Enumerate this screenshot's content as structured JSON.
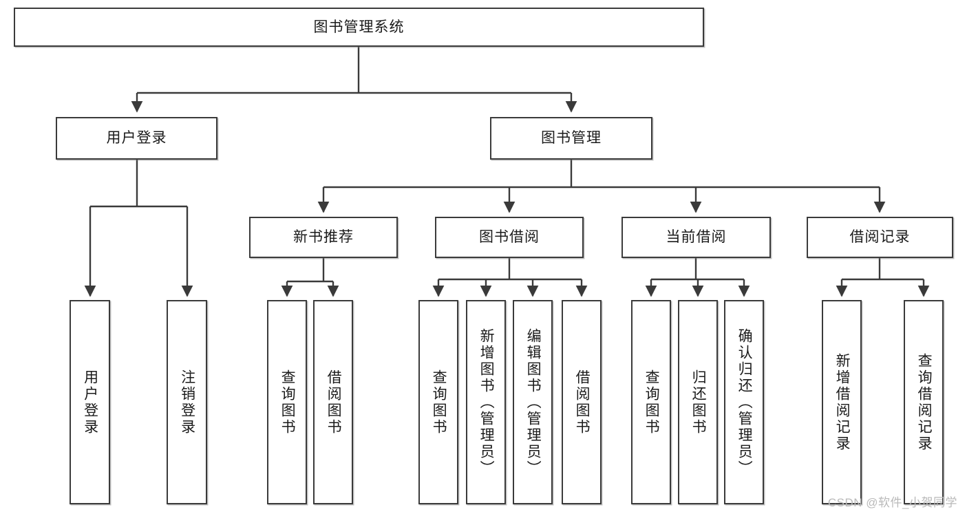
{
  "diagram": {
    "type": "tree-flowchart",
    "title": "图书管理系统",
    "watermark": "CSDN @软件_小贺同学",
    "colors": {
      "box_border": "#3a3a3a",
      "box_fill": "#ffffff",
      "connector": "#3a3a3a",
      "text": "#1a1a1a",
      "watermark": "#b9b9b9"
    },
    "nodes": {
      "root": {
        "label": "图书管理系统"
      },
      "level1": [
        {
          "label": "用户登录"
        },
        {
          "label": "图书管理"
        }
      ],
      "level2": [
        {
          "label": "新书推荐"
        },
        {
          "label": "图书借阅"
        },
        {
          "label": "当前借阅"
        },
        {
          "label": "借阅记录"
        }
      ],
      "leaves": {
        "user_login": [
          {
            "label": "用户登录"
          },
          {
            "label": "注销登录"
          }
        ],
        "new_book_recommend": [
          {
            "label": "查询图书"
          },
          {
            "label": "借阅图书"
          }
        ],
        "book_borrow": [
          {
            "label": "查询图书"
          },
          {
            "label": "新增图书（管理员）"
          },
          {
            "label": "编辑图书（管理员）"
          },
          {
            "label": "借阅图书"
          }
        ],
        "current_borrow": [
          {
            "label": "查询图书"
          },
          {
            "label": "归还图书"
          },
          {
            "label": "确认归还（管理员）"
          }
        ],
        "borrow_records": [
          {
            "label": "新增借阅记录"
          },
          {
            "label": "查询借阅记录"
          }
        ]
      }
    }
  }
}
